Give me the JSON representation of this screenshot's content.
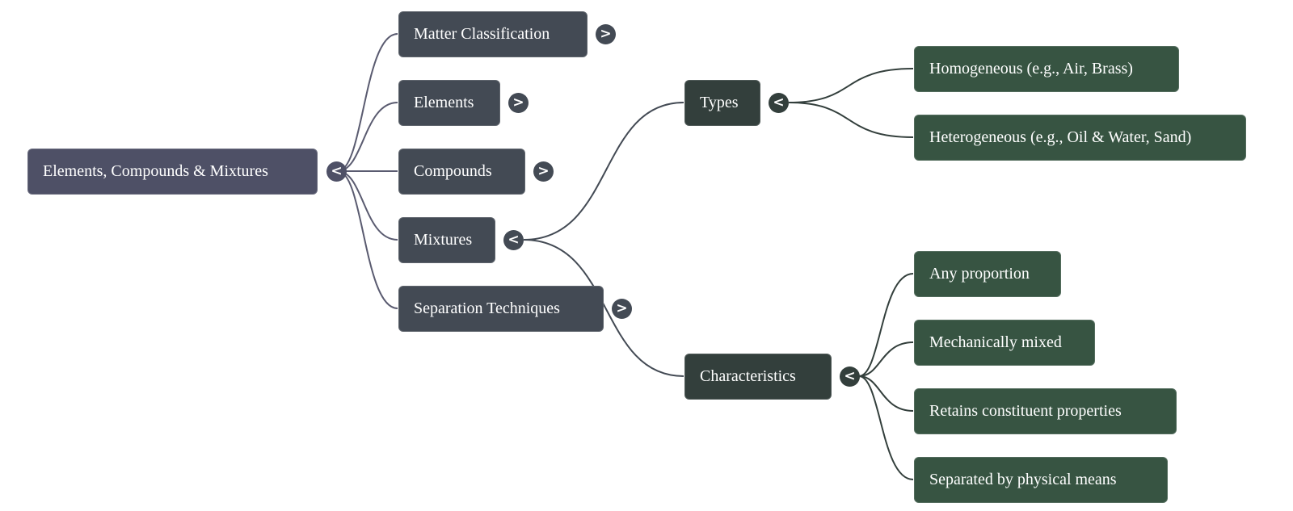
{
  "mindmap": {
    "root": {
      "label": "Elements, Compounds & Mixtures",
      "toggle": "<"
    },
    "branches": [
      {
        "label": "Matter Classification",
        "toggle": ">"
      },
      {
        "label": "Elements",
        "toggle": ">"
      },
      {
        "label": "Compounds",
        "toggle": ">"
      },
      {
        "label": "Mixtures",
        "toggle": "<"
      },
      {
        "label": "Separation Techniques",
        "toggle": ">"
      }
    ],
    "mixtures_children": [
      {
        "label": "Types",
        "toggle": "<"
      },
      {
        "label": "Characteristics",
        "toggle": "<"
      }
    ],
    "types_children": [
      {
        "label": "Homogeneous (e.g., Air, Brass)"
      },
      {
        "label": "Heterogeneous (e.g., Oil & Water, Sand)"
      }
    ],
    "characteristics_children": [
      {
        "label": "Any proportion"
      },
      {
        "label": "Mechanically mixed"
      },
      {
        "label": "Retains constituent properties"
      },
      {
        "label": "Separated by physical means"
      }
    ]
  },
  "colors": {
    "root": "#4e5066",
    "level1": "#434a54",
    "level2": "#333f3c",
    "level3": "#375442",
    "link_root": "#5a5b70",
    "link_l1": "#434a54",
    "link_l2": "#333f3c"
  }
}
